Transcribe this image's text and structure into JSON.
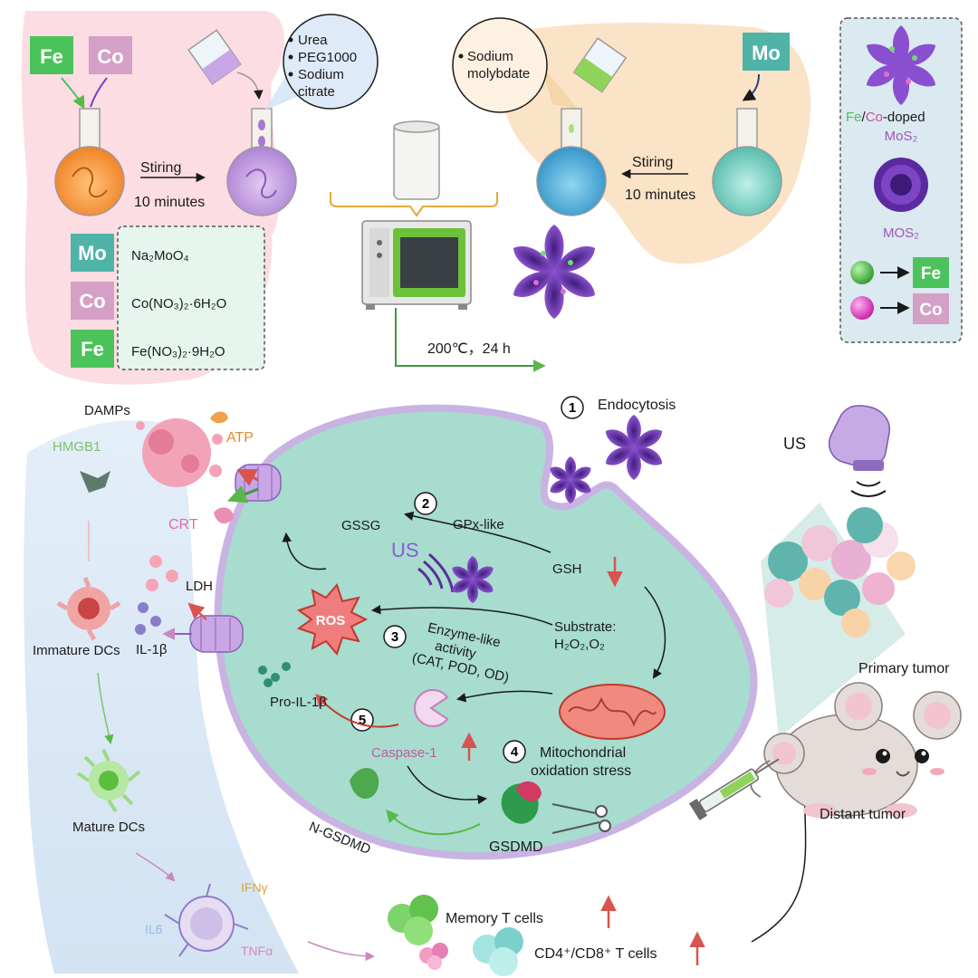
{
  "synthesis": {
    "elements": {
      "fe": "Fe",
      "co": "Co",
      "mo": "Mo"
    },
    "reagents_list": [
      "Urea",
      "PEG1000",
      "Sodium",
      "citrate"
    ],
    "molybdate": [
      "Sodium",
      "molybdate"
    ],
    "stir_left": [
      "Stiring",
      "10 minutes"
    ],
    "stir_right": [
      "Stiring",
      "10 minutes"
    ],
    "precursors": [
      {
        "tag": "Mo",
        "formula": "Na₂MoO₄",
        "color": "#4fb3a8"
      },
      {
        "tag": "Co",
        "formula": "Co(NO₃)₂·6H₂O",
        "color": "#d4a0c6"
      },
      {
        "tag": "Fe",
        "formula": "Fe(NO₃)₂·9H₂O",
        "color": "#4cc35a"
      }
    ],
    "reaction_condition": "200℃，24 h"
  },
  "legend": {
    "doped_fe": "Fe",
    "doped_slash": "/",
    "doped_co": "Co",
    "doped_rest": "-doped",
    "doped_mos2": "MoS₂",
    "pure_mos2": "MOS₂",
    "fe_label": "Fe",
    "co_label": "Co"
  },
  "mechanism": {
    "step1": {
      "num": "1",
      "label": "Endocytosis"
    },
    "step2": {
      "num": "2",
      "label": "GPx-like"
    },
    "step3": {
      "num": "3",
      "label_lines": [
        "Enzyme-like",
        "activity",
        "(CAT, POD, OD)"
      ]
    },
    "step4": {
      "num": "4",
      "label_lines": [
        "Mitochondrial",
        "oxidation stress"
      ]
    },
    "step5": {
      "num": "5"
    },
    "gssg": "GSSG",
    "gsh": "GSH",
    "us_inner": "US",
    "substrate": [
      "Substrate:",
      "H₂O₂,O₂"
    ],
    "ros": "ROS",
    "pro_il1b": "Pro-IL-1β",
    "caspase": "Caspase-1",
    "n_gsdmd": "N-GSDMD",
    "gsdmd": "GSDMD"
  },
  "immune": {
    "damps": "DAMPs",
    "hmgb1": "HMGB1",
    "atp": "ATP",
    "crt": "CRT",
    "ldh": "LDH",
    "il1b": "IL-1β",
    "immature": "Immature DCs",
    "mature": "Mature DCs",
    "ifng": "IFNγ",
    "il6": "IL6",
    "tnfa": "TNFα",
    "memory_t": "Memory T cells",
    "cd_t": "CD4⁺/CD8⁺ T cells"
  },
  "mouse": {
    "us": "US",
    "primary": "Primary tumor",
    "distant": "Distant tumor"
  },
  "colors": {
    "fe": "#4cc35a",
    "co": "#c9519f",
    "mo": "#4fb3a8",
    "cell": "#9fd6c8",
    "flower": "#7b3fbf",
    "red_arrow": "#d9534f"
  }
}
